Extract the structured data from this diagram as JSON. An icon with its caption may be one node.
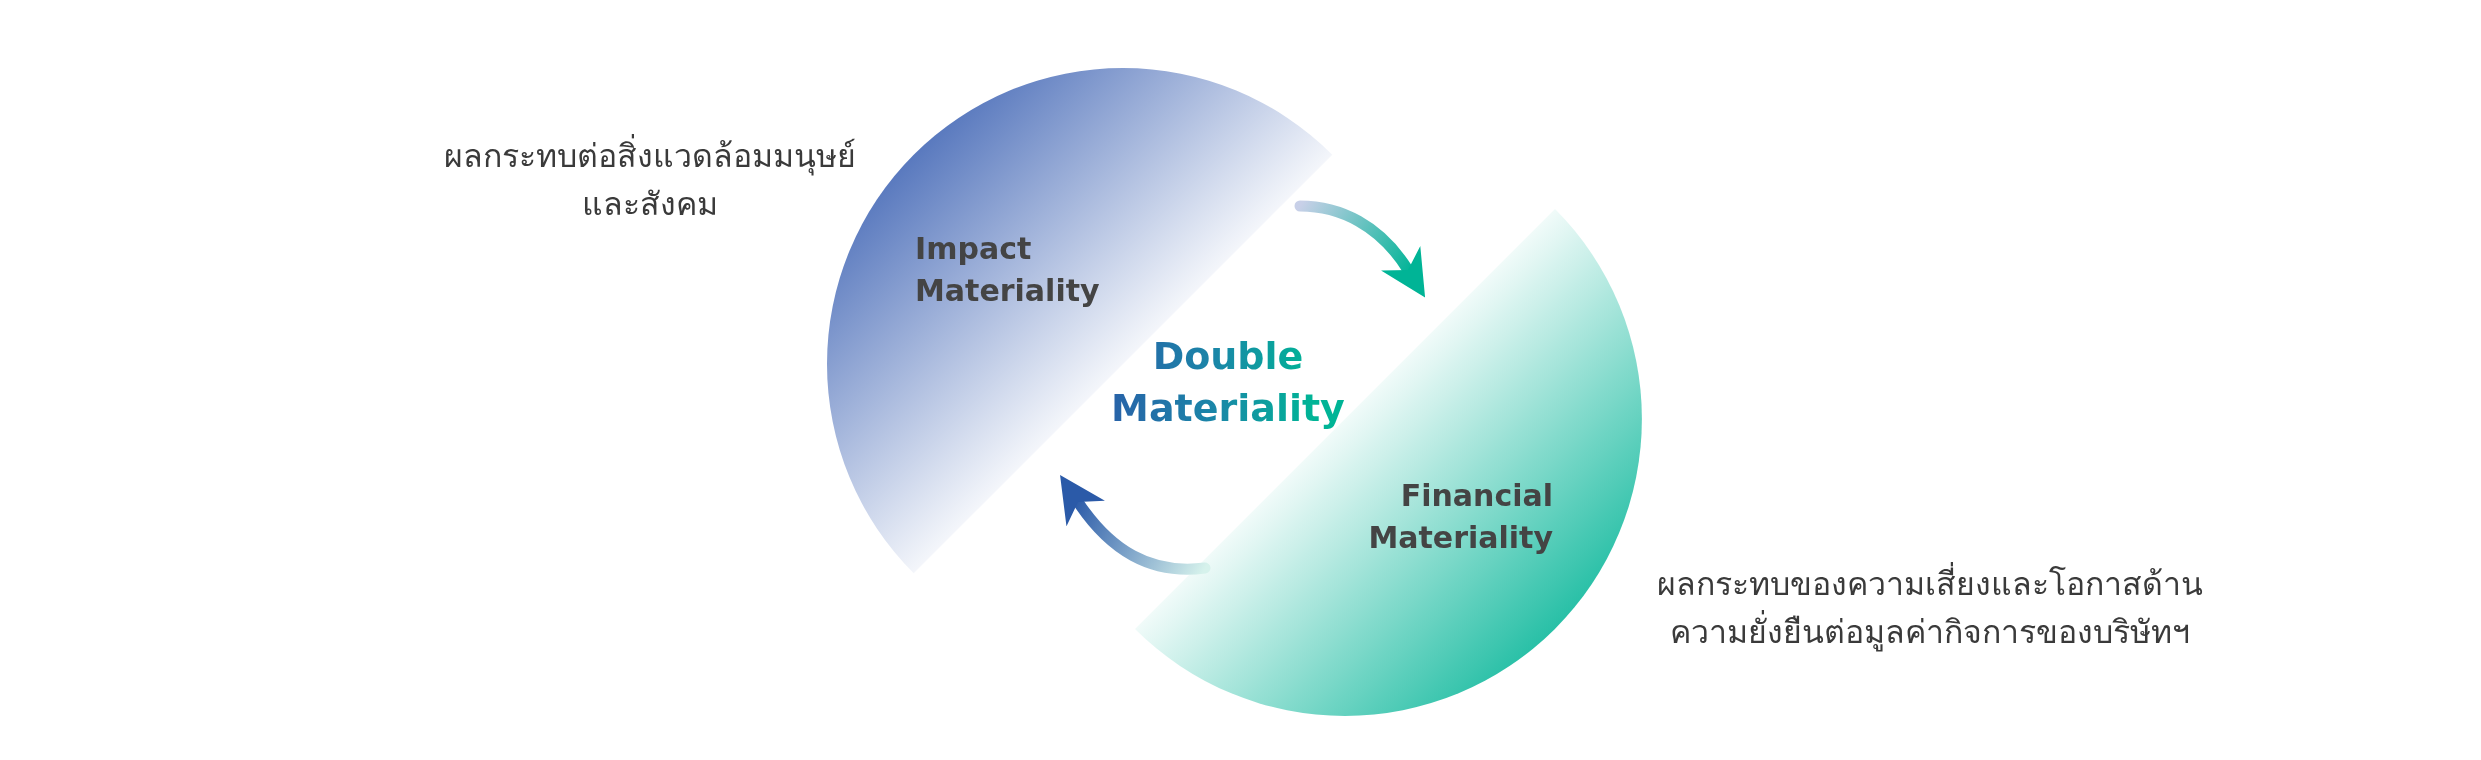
{
  "diagram": {
    "nodes": [
      {
        "text": [
          "Impact Materiality"
        ],
        "beside": [
          "ผลกระทบต่อสิ่งแวดล้อมมนุษย์ และสังคม"
        ]
      },
      {
        "text": [
          "Financial Materiality"
        ],
        "beside": [
          "ผลกระทบของความเสี่ยงและโอกาสด้านความยั่งยืนต่อมูลค่ากิจการของบริษัทฯ"
        ]
      }
    ],
    "edges": [
      {
        "from": 0,
        "to": 1,
        "arrow": "to"
      },
      {
        "from": 1,
        "to": 0,
        "arrow": "to"
      }
    ],
    "labels": [
      "Double Materiality"
    ]
  }
}
